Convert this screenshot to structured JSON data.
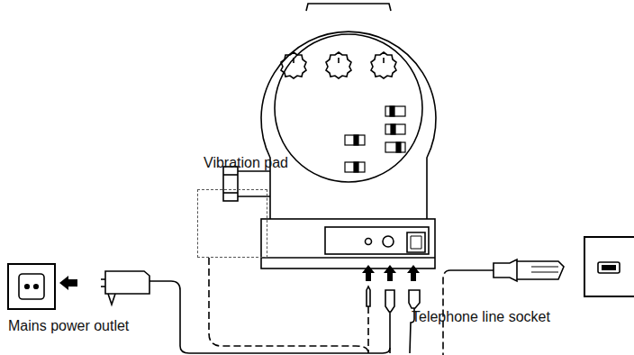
{
  "diagram": {
    "nodes": [
      {
        "text": [
          "Vibration pad"
        ]
      },
      {
        "text": [
          "Mains power outlet"
        ]
      },
      {
        "text": [
          "Telephone line socket"
        ]
      }
    ]
  }
}
